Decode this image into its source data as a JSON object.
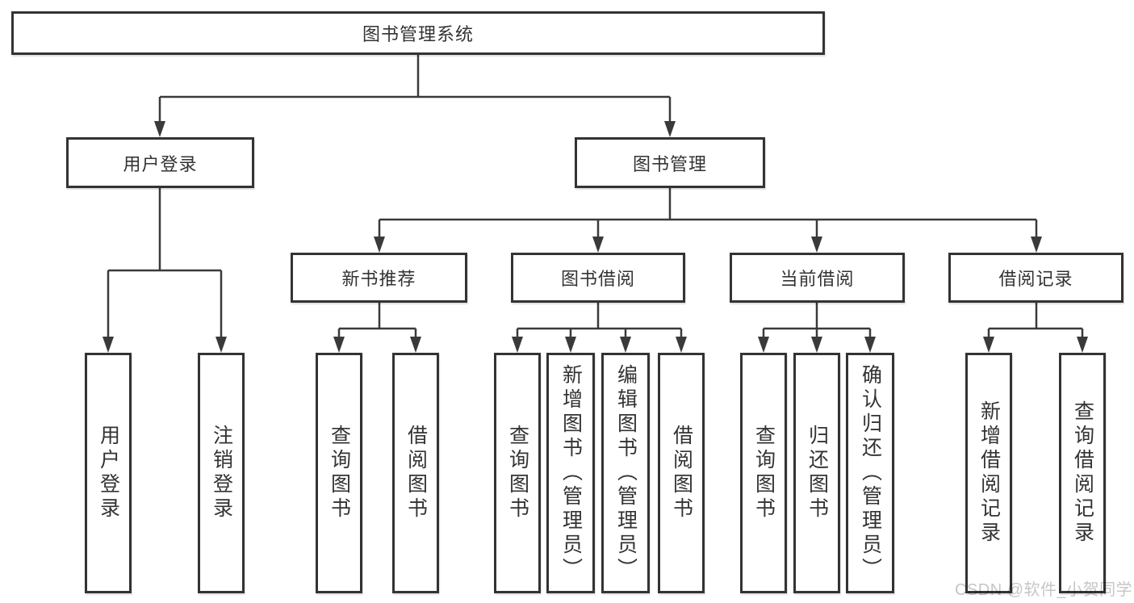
{
  "colors": {
    "line": "#3a3a3a",
    "box_border": "#333333",
    "text": "#333333",
    "background": "#ffffff",
    "watermark": "#c6c6c6"
  },
  "watermark": {
    "text": "CSDN @软件_小贺同学"
  },
  "diagram": {
    "type": "hierarchy-tree",
    "root": {
      "label": "图书管理系统"
    },
    "level2": [
      {
        "label": "用户登录"
      },
      {
        "label": "图书管理"
      }
    ],
    "level3": [
      {
        "label": "新书推荐"
      },
      {
        "label": "图书借阅"
      },
      {
        "label": "当前借阅"
      },
      {
        "label": "借阅记录"
      }
    ],
    "leaves": {
      "user_login": [
        {
          "label": "用户登录"
        },
        {
          "label": "注销登录"
        }
      ],
      "new_book_recommend": [
        {
          "label": "查询图书"
        },
        {
          "label": "借阅图书"
        }
      ],
      "book_borrow": [
        {
          "label": "查询图书"
        },
        {
          "label": "新增图书（管理员）"
        },
        {
          "label": "编辑图书（管理员）"
        },
        {
          "label": "借阅图书"
        }
      ],
      "current_borrow": [
        {
          "label": "查询图书"
        },
        {
          "label": "归还图书"
        },
        {
          "label": "确认归还（管理员）"
        }
      ],
      "borrow_records": [
        {
          "label": "新增借阅记录"
        },
        {
          "label": "查询借阅记录"
        }
      ]
    }
  }
}
